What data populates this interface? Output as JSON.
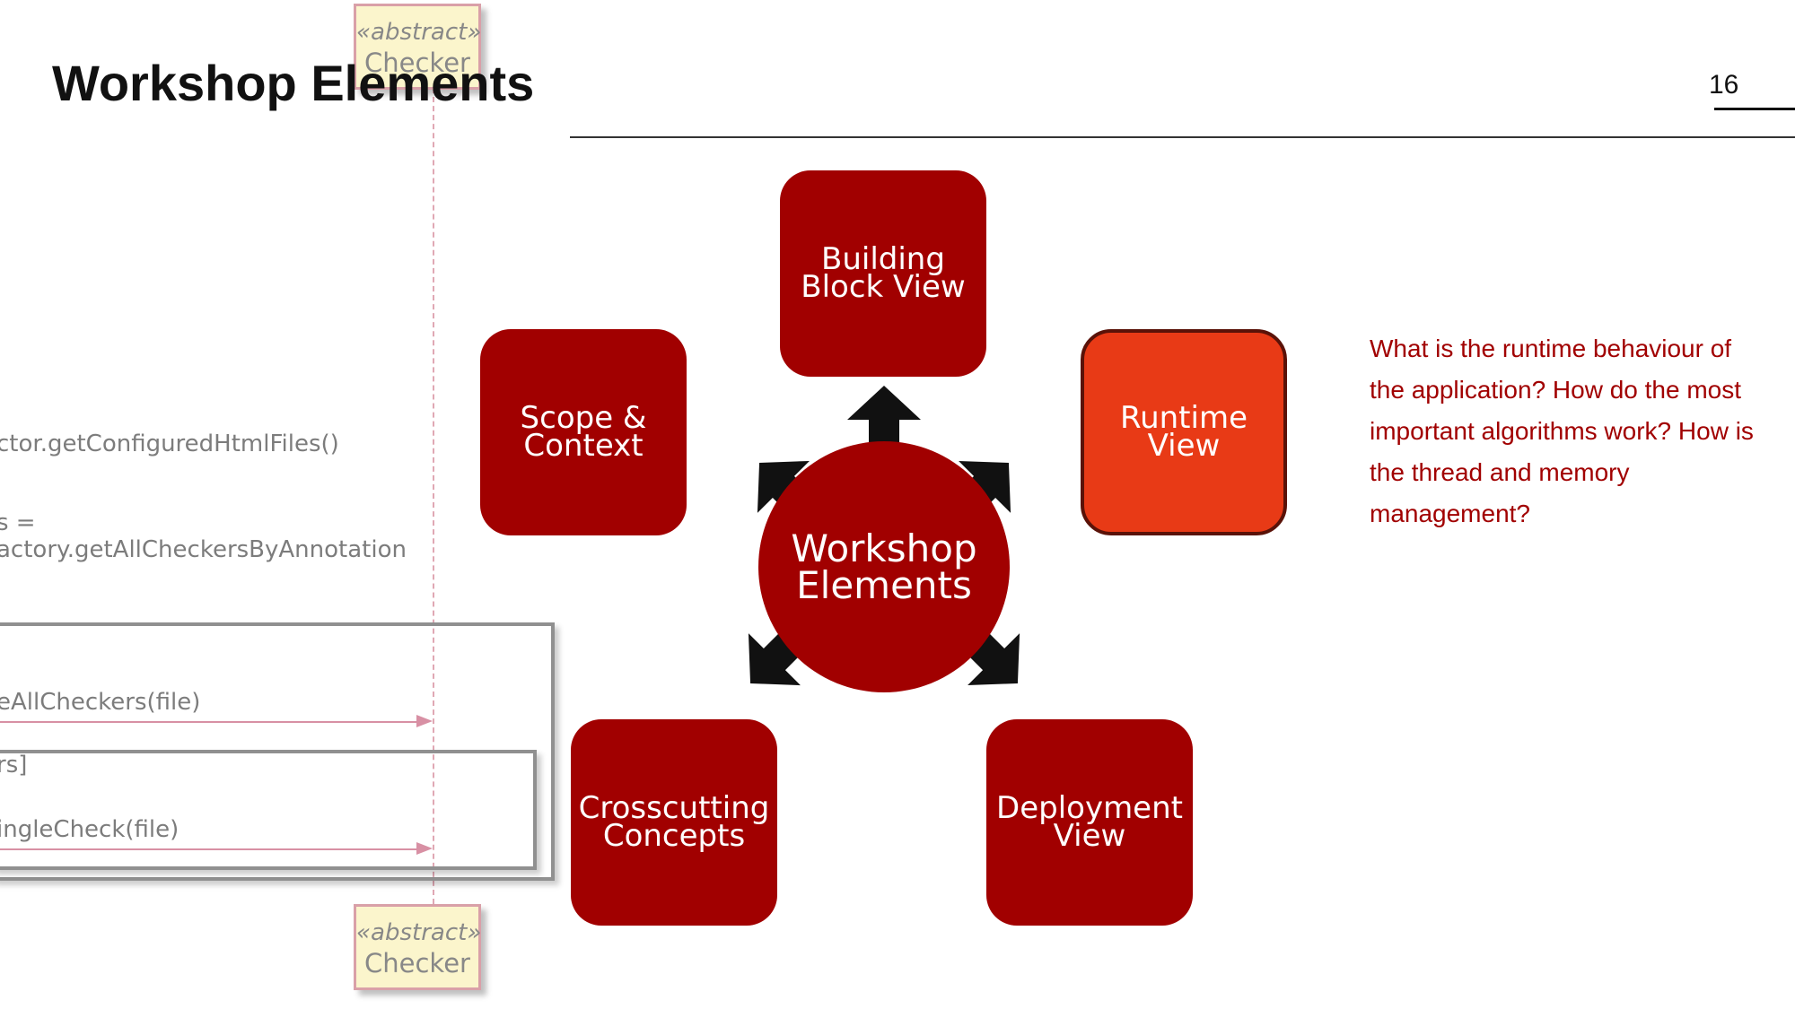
{
  "slide": {
    "title": "Workshop Elements",
    "page_number": "16"
  },
  "background_diagram": {
    "stereotype_top": "«abstract»",
    "class_top": "Checker",
    "stereotype_bottom": "«abstract»",
    "class_bottom": "Checker",
    "messages": [
      "ctor.getConfiguredHtmlFiles()",
      "s =",
      "actory.getAllCheckersByAnnotation",
      "eAllCheckers(file)",
      "rs]",
      "ingleCheck(file)"
    ]
  },
  "diagram": {
    "center": "Workshop\nElements",
    "boxes": {
      "building_block": "Building\nBlock View",
      "scope_context": "Scope &\nContext",
      "runtime": "Runtime\nView",
      "crosscutting": "Crosscutting\nConcepts",
      "deployment": "Deployment\nView"
    }
  },
  "description": "What is the runtime behaviour of the application? How do the most important algorithms work? How is the thread and memory management?",
  "colors": {
    "box": "#a10000",
    "highlight": "#e83a16",
    "highlight_border": "#5a1208",
    "arrow": "#111111",
    "description_text": "#a10000"
  }
}
